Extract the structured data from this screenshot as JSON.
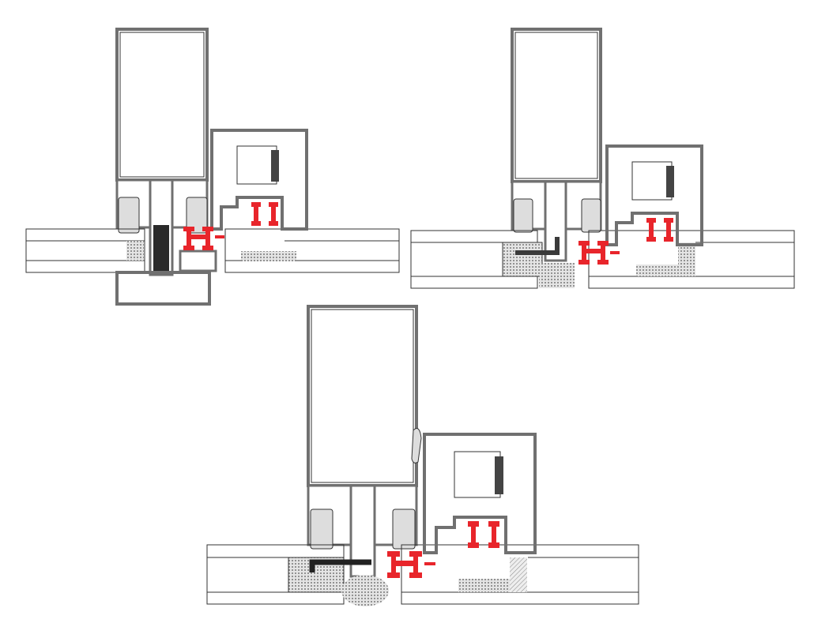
{
  "colors": {
    "background": "#ffffff",
    "profile": "#707070",
    "profile_dark": "#3a3a3a",
    "outline": "#333333",
    "thermal_break": "#e8252b",
    "gasket_fill": "#d6d6d6",
    "insulation": "#bdbdbd"
  },
  "details": [
    {
      "id": "detail-1"
    },
    {
      "id": "detail-2"
    },
    {
      "id": "detail-3"
    }
  ]
}
